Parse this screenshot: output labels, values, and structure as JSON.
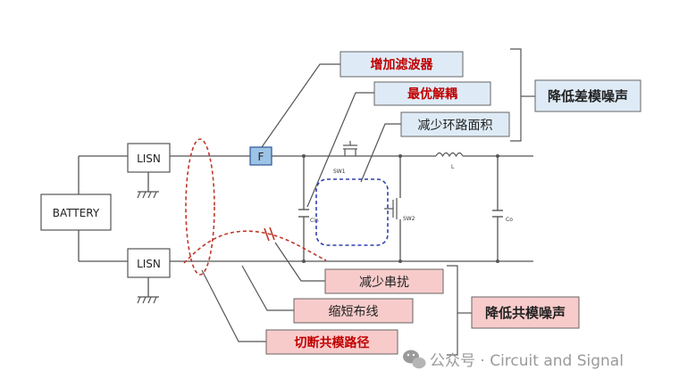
{
  "components": {
    "battery": "BATTERY",
    "lisn_top": "LISN",
    "lisn_bottom": "LISN",
    "filter": "F",
    "sw1": "SW1",
    "sw2": "SW2",
    "inductor": "L",
    "cin": "Cin",
    "co": "Co"
  },
  "callouts": {
    "add_filter": "增加滤波器",
    "optimal_decoupling": "最优解耦",
    "reduce_loop_area": "减少环路面积",
    "reduce_dm_noise": "降低差模噪声",
    "reduce_crosstalk": "减少串扰",
    "shorten_wiring": "缩短布线",
    "cut_cm_path": "切断共模路径",
    "reduce_cm_noise": "降低共模噪声"
  },
  "watermark": "公众号 · Circuit and Signal",
  "colors": {
    "wire": "#555555",
    "filter_fill": "#9dc3e6",
    "blue_box_fill": "#deebf7",
    "pink_box_fill": "#f8cbcb",
    "red_text": "#c00000",
    "dash_red": "#c0392b",
    "dash_blue": "#2e3fb0"
  }
}
